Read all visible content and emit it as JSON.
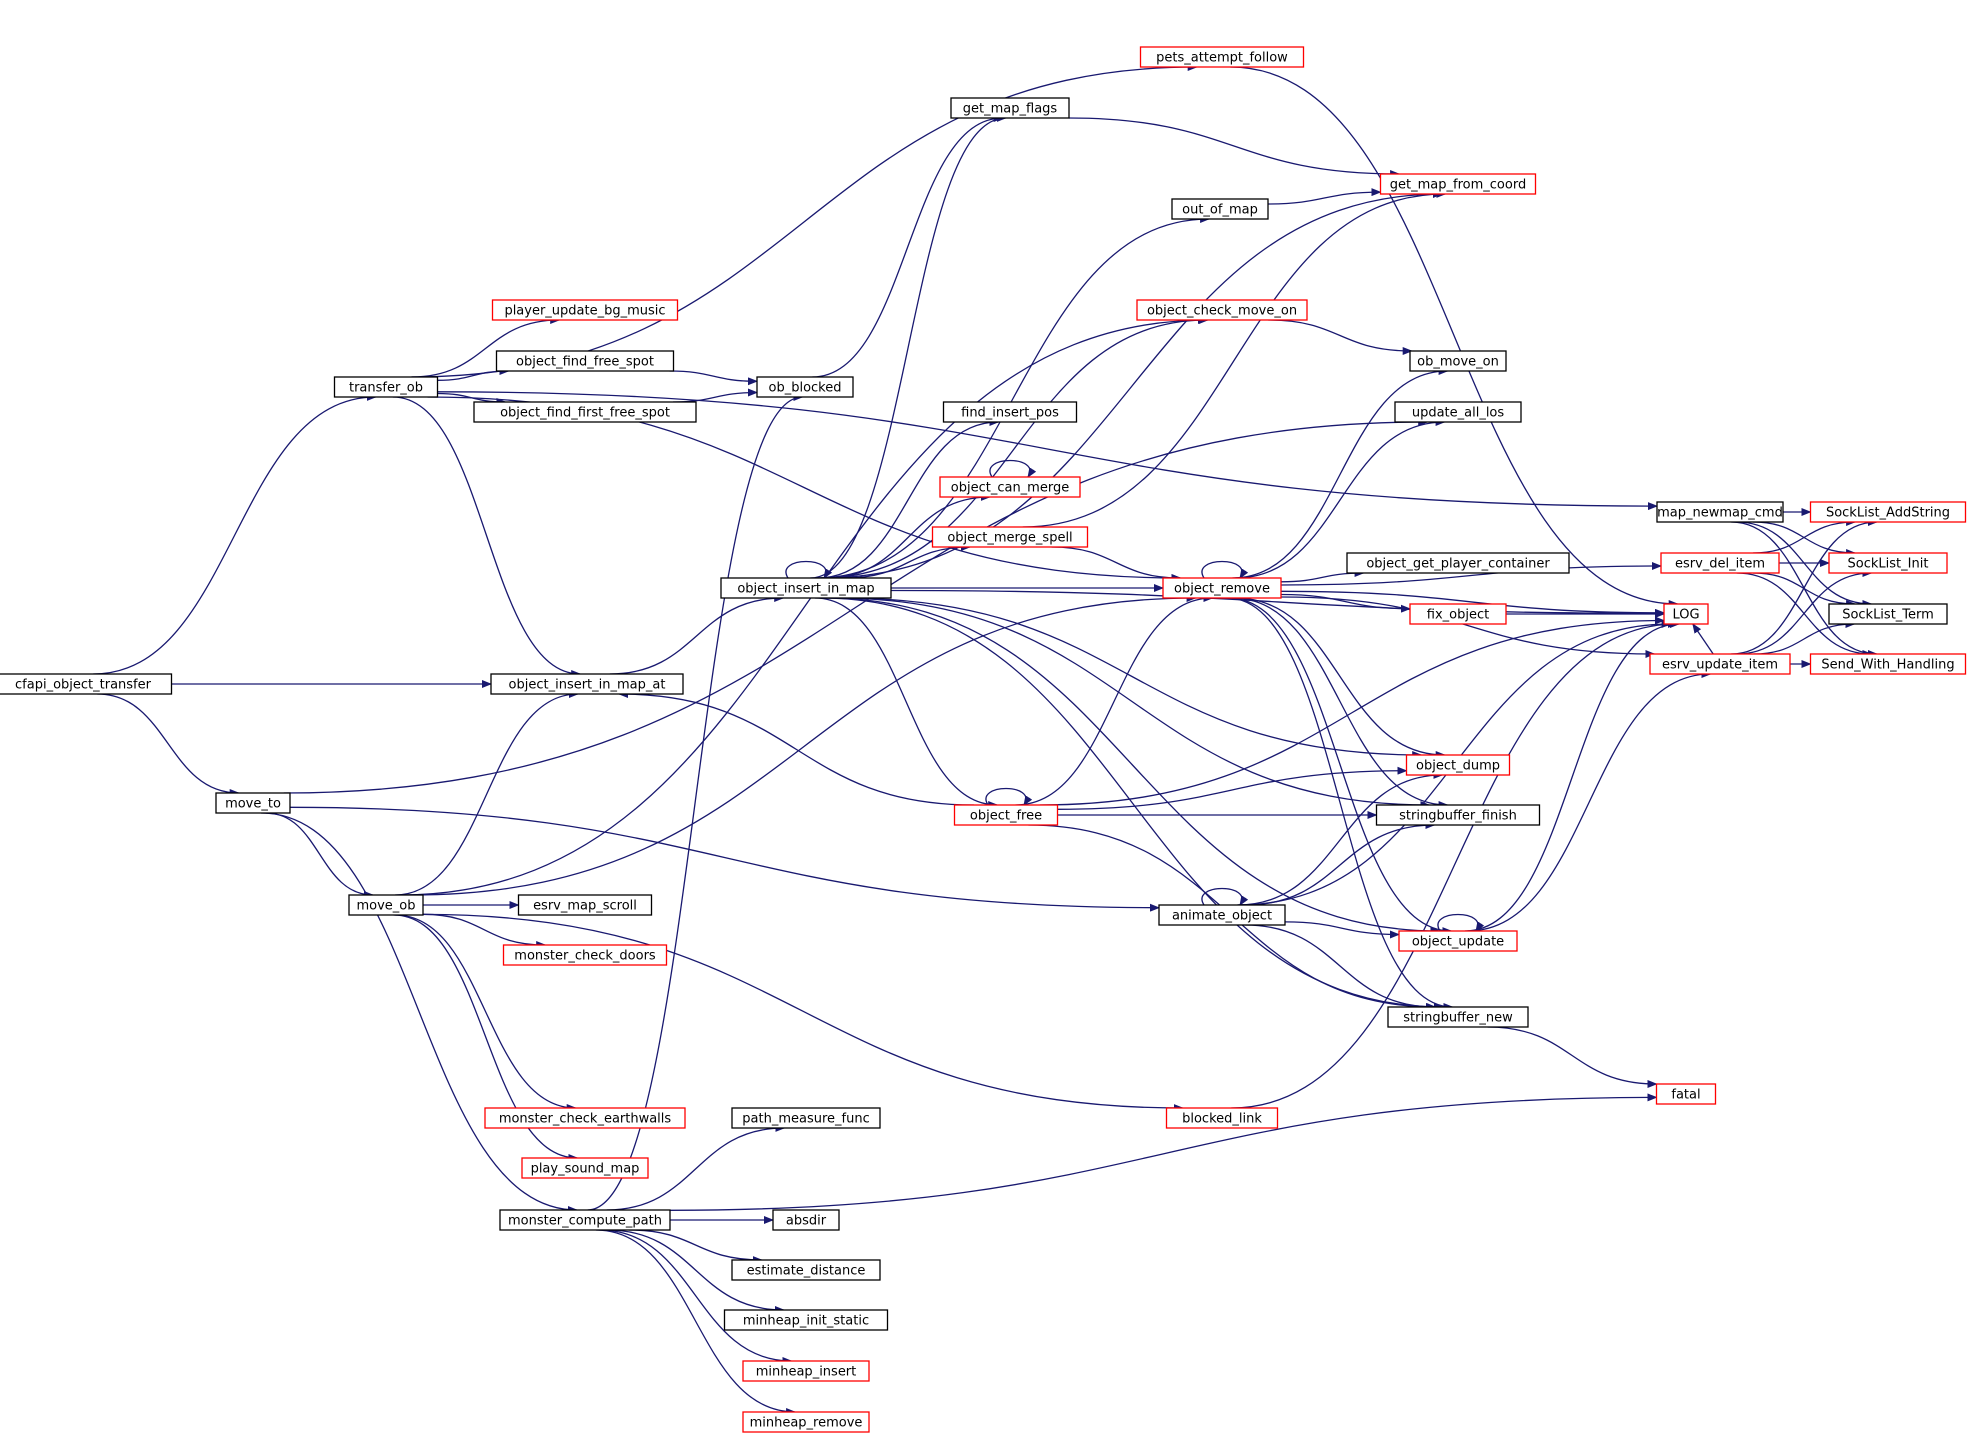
{
  "diagram": {
    "type": "call-graph",
    "colors": {
      "edge": "#191970",
      "root_fill": "#bfbfbf",
      "node_fill": "#ffffff",
      "border_documented": "#000000",
      "border_truncated": "#ff0000"
    },
    "nodes": [
      {
        "id": "cfapi_object_transfer",
        "label": "cfapi_object_transfer",
        "style": "root"
      },
      {
        "id": "transfer_ob",
        "label": "transfer_ob",
        "style": "black"
      },
      {
        "id": "move_to",
        "label": "move_to",
        "style": "black"
      },
      {
        "id": "object_insert_in_map_at",
        "label": "object_insert_in_map_at",
        "style": "black"
      },
      {
        "id": "pets_attempt_follow",
        "label": "pets_attempt_follow",
        "style": "red"
      },
      {
        "id": "player_update_bg_music",
        "label": "player_update_bg_music",
        "style": "red"
      },
      {
        "id": "object_find_free_spot",
        "label": "object_find_free_spot",
        "style": "black"
      },
      {
        "id": "object_find_first_free_spot",
        "label": "object_find_first_free_spot",
        "style": "black"
      },
      {
        "id": "ob_blocked",
        "label": "ob_blocked",
        "style": "black"
      },
      {
        "id": "get_map_flags",
        "label": "get_map_flags",
        "style": "black"
      },
      {
        "id": "get_map_from_coord",
        "label": "get_map_from_coord",
        "style": "red"
      },
      {
        "id": "out_of_map",
        "label": "out_of_map",
        "style": "black"
      },
      {
        "id": "object_check_move_on",
        "label": "object_check_move_on",
        "style": "red"
      },
      {
        "id": "ob_move_on",
        "label": "ob_move_on",
        "style": "black"
      },
      {
        "id": "update_all_los",
        "label": "update_all_los",
        "style": "black"
      },
      {
        "id": "find_insert_pos",
        "label": "find_insert_pos",
        "style": "black"
      },
      {
        "id": "object_can_merge",
        "label": "object_can_merge",
        "style": "red"
      },
      {
        "id": "object_merge_spell",
        "label": "object_merge_spell",
        "style": "red"
      },
      {
        "id": "object_insert_in_map",
        "label": "object_insert_in_map",
        "style": "black"
      },
      {
        "id": "object_remove",
        "label": "object_remove",
        "style": "red"
      },
      {
        "id": "object_get_player_container",
        "label": "object_get_player_container",
        "style": "black"
      },
      {
        "id": "fix_object",
        "label": "fix_object",
        "style": "red"
      },
      {
        "id": "LOG",
        "label": "LOG",
        "style": "red"
      },
      {
        "id": "map_newmap_cmd",
        "label": "map_newmap_cmd",
        "style": "black"
      },
      {
        "id": "esrv_del_item",
        "label": "esrv_del_item",
        "style": "red"
      },
      {
        "id": "esrv_update_item",
        "label": "esrv_update_item",
        "style": "red"
      },
      {
        "id": "SockList_AddString",
        "label": "SockList_AddString",
        "style": "red"
      },
      {
        "id": "SockList_Init",
        "label": "SockList_Init",
        "style": "red"
      },
      {
        "id": "SockList_Term",
        "label": "SockList_Term",
        "style": "black"
      },
      {
        "id": "Send_With_Handling",
        "label": "Send_With_Handling",
        "style": "red"
      },
      {
        "id": "object_dump",
        "label": "object_dump",
        "style": "red"
      },
      {
        "id": "object_free",
        "label": "object_free",
        "style": "red"
      },
      {
        "id": "stringbuffer_finish",
        "label": "stringbuffer_finish",
        "style": "black"
      },
      {
        "id": "move_ob",
        "label": "move_ob",
        "style": "black"
      },
      {
        "id": "esrv_map_scroll",
        "label": "esrv_map_scroll",
        "style": "black"
      },
      {
        "id": "monster_check_doors",
        "label": "monster_check_doors",
        "style": "red"
      },
      {
        "id": "animate_object",
        "label": "animate_object",
        "style": "black"
      },
      {
        "id": "object_update",
        "label": "object_update",
        "style": "red"
      },
      {
        "id": "stringbuffer_new",
        "label": "stringbuffer_new",
        "style": "black"
      },
      {
        "id": "fatal",
        "label": "fatal",
        "style": "red"
      },
      {
        "id": "monster_check_earthwalls",
        "label": "monster_check_earthwalls",
        "style": "red"
      },
      {
        "id": "blocked_link",
        "label": "blocked_link",
        "style": "red"
      },
      {
        "id": "path_measure_func",
        "label": "path_measure_func",
        "style": "black"
      },
      {
        "id": "play_sound_map",
        "label": "play_sound_map",
        "style": "red"
      },
      {
        "id": "monster_compute_path",
        "label": "monster_compute_path",
        "style": "black"
      },
      {
        "id": "absdir",
        "label": "absdir",
        "style": "black"
      },
      {
        "id": "estimate_distance",
        "label": "estimate_distance",
        "style": "black"
      },
      {
        "id": "minheap_init_static",
        "label": "minheap_init_static",
        "style": "black"
      },
      {
        "id": "minheap_insert",
        "label": "minheap_insert",
        "style": "red"
      },
      {
        "id": "minheap_remove",
        "label": "minheap_remove",
        "style": "red"
      }
    ],
    "edges": [
      [
        "cfapi_object_transfer",
        "transfer_ob"
      ],
      [
        "cfapi_object_transfer",
        "object_insert_in_map_at"
      ],
      [
        "cfapi_object_transfer",
        "move_to"
      ],
      [
        "transfer_ob",
        "pets_attempt_follow"
      ],
      [
        "transfer_ob",
        "player_update_bg_music"
      ],
      [
        "transfer_ob",
        "object_find_free_spot"
      ],
      [
        "transfer_ob",
        "object_find_first_free_spot"
      ],
      [
        "transfer_ob",
        "object_insert_in_map_at"
      ],
      [
        "transfer_ob",
        "object_remove"
      ],
      [
        "transfer_ob",
        "map_newmap_cmd"
      ],
      [
        "object_find_free_spot",
        "ob_blocked"
      ],
      [
        "object_find_first_free_spot",
        "ob_blocked"
      ],
      [
        "ob_blocked",
        "get_map_flags"
      ],
      [
        "get_map_flags",
        "get_map_from_coord"
      ],
      [
        "out_of_map",
        "get_map_from_coord"
      ],
      [
        "pets_attempt_follow",
        "LOG"
      ],
      [
        "object_insert_in_map_at",
        "object_insert_in_map"
      ],
      [
        "object_insert_in_map",
        "object_insert_in_map"
      ],
      [
        "object_insert_in_map",
        "get_map_flags"
      ],
      [
        "object_insert_in_map",
        "get_map_from_coord"
      ],
      [
        "object_insert_in_map",
        "out_of_map"
      ],
      [
        "object_insert_in_map",
        "object_check_move_on"
      ],
      [
        "object_insert_in_map",
        "LOG"
      ],
      [
        "object_insert_in_map",
        "find_insert_pos"
      ],
      [
        "object_insert_in_map",
        "object_can_merge"
      ],
      [
        "object_insert_in_map",
        "object_merge_spell"
      ],
      [
        "object_insert_in_map",
        "object_remove"
      ],
      [
        "object_insert_in_map",
        "object_dump"
      ],
      [
        "object_insert_in_map",
        "object_free"
      ],
      [
        "object_insert_in_map",
        "stringbuffer_finish"
      ],
      [
        "object_insert_in_map",
        "object_update"
      ],
      [
        "object_insert_in_map",
        "stringbuffer_new"
      ],
      [
        "object_can_merge",
        "object_can_merge"
      ],
      [
        "object_merge_spell",
        "object_remove"
      ],
      [
        "object_merge_spell",
        "get_map_from_coord"
      ],
      [
        "object_check_move_on",
        "ob_move_on"
      ],
      [
        "object_remove",
        "object_remove"
      ],
      [
        "object_remove",
        "object_get_player_container"
      ],
      [
        "object_remove",
        "fix_object"
      ],
      [
        "object_remove",
        "LOG"
      ],
      [
        "object_remove",
        "esrv_update_item"
      ],
      [
        "object_remove",
        "esrv_del_item"
      ],
      [
        "object_remove",
        "ob_move_on"
      ],
      [
        "object_remove",
        "update_all_los"
      ],
      [
        "object_remove",
        "object_dump"
      ],
      [
        "object_remove",
        "stringbuffer_finish"
      ],
      [
        "object_remove",
        "object_update"
      ],
      [
        "object_remove",
        "stringbuffer_new"
      ],
      [
        "fix_object",
        "LOG"
      ],
      [
        "map_newmap_cmd",
        "SockList_AddString"
      ],
      [
        "map_newmap_cmd",
        "SockList_Init"
      ],
      [
        "map_newmap_cmd",
        "SockList_Term"
      ],
      [
        "map_newmap_cmd",
        "Send_With_Handling"
      ],
      [
        "esrv_del_item",
        "SockList_AddString"
      ],
      [
        "esrv_del_item",
        "SockList_Init"
      ],
      [
        "esrv_del_item",
        "SockList_Term"
      ],
      [
        "esrv_del_item",
        "Send_With_Handling"
      ],
      [
        "esrv_update_item",
        "SockList_AddString"
      ],
      [
        "esrv_update_item",
        "SockList_Init"
      ],
      [
        "esrv_update_item",
        "SockList_Term"
      ],
      [
        "esrv_update_item",
        "Send_With_Handling"
      ],
      [
        "esrv_update_item",
        "LOG"
      ],
      [
        "object_free",
        "object_free"
      ],
      [
        "object_free",
        "object_insert_in_map_at"
      ],
      [
        "object_free",
        "object_remove"
      ],
      [
        "object_free",
        "LOG"
      ],
      [
        "object_free",
        "object_dump"
      ],
      [
        "object_free",
        "stringbuffer_finish"
      ],
      [
        "object_free",
        "stringbuffer_new"
      ],
      [
        "move_to",
        "move_ob"
      ],
      [
        "move_to",
        "animate_object"
      ],
      [
        "move_to",
        "monster_compute_path"
      ],
      [
        "move_to",
        "update_all_los"
      ],
      [
        "move_ob",
        "object_insert_in_map_at"
      ],
      [
        "move_ob",
        "object_remove"
      ],
      [
        "move_ob",
        "esrv_map_scroll"
      ],
      [
        "move_ob",
        "monster_check_doors"
      ],
      [
        "move_ob",
        "monster_check_earthwalls"
      ],
      [
        "move_ob",
        "play_sound_map"
      ],
      [
        "move_ob",
        "blocked_link"
      ],
      [
        "move_ob",
        "object_check_move_on"
      ],
      [
        "animate_object",
        "animate_object"
      ],
      [
        "animate_object",
        "object_update"
      ],
      [
        "animate_object",
        "stringbuffer_new"
      ],
      [
        "animate_object",
        "object_dump"
      ],
      [
        "animate_object",
        "stringbuffer_finish"
      ],
      [
        "animate_object",
        "LOG"
      ],
      [
        "object_update",
        "object_update"
      ],
      [
        "object_update",
        "esrv_update_item"
      ],
      [
        "object_update",
        "LOG"
      ],
      [
        "stringbuffer_new",
        "fatal"
      ],
      [
        "blocked_link",
        "LOG"
      ],
      [
        "monster_compute_path",
        "ob_blocked"
      ],
      [
        "monster_compute_path",
        "path_measure_func"
      ],
      [
        "monster_compute_path",
        "absdir"
      ],
      [
        "monster_compute_path",
        "estimate_distance"
      ],
      [
        "monster_compute_path",
        "minheap_init_static"
      ],
      [
        "monster_compute_path",
        "minheap_insert"
      ],
      [
        "monster_compute_path",
        "minheap_remove"
      ],
      [
        "monster_compute_path",
        "fatal"
      ]
    ]
  }
}
